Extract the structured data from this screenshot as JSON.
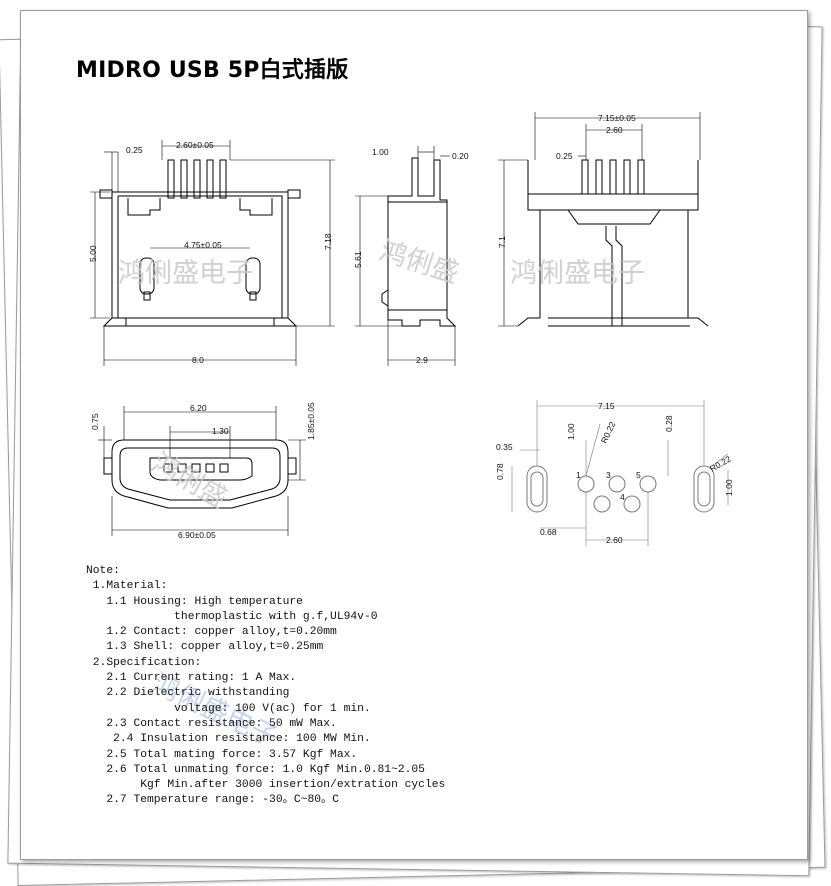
{
  "title": "MIDRO USB 5P白式插版",
  "watermark": [
    "鸿俐盛电子",
    "鸿俐盛",
    "鸿俐盛电子",
    "鸿俐盛",
    "鸿俐盛电子"
  ],
  "dims": {
    "front_pitch": "2.60±0.05",
    "front_025": "0.25",
    "front_475": "4.75±0.05",
    "front_500": "5.00",
    "front_718": "7.18",
    "front_80": "8.0",
    "side_100": "1.00",
    "side_020": "0.20",
    "side_561": "5.61",
    "side_29": "2.9",
    "rear_715": "7.15±0.05",
    "rear_260": "2.60",
    "rear_025": "0.25",
    "rear_71": "7.1",
    "face_075": "0.75",
    "face_620": "6.20",
    "face_130": "1.30",
    "face_185": "1.85±0.05",
    "face_690": "6.90±0.05",
    "pcb_715": "7.15",
    "pcb_035": "0.35",
    "pcb_100a": "1.00",
    "pcb_r022a": "R0.22",
    "pcb_028": "0.28",
    "pcb_r022b": "R0.22",
    "pcb_078": "0.78",
    "pcb_100b": "1.00",
    "pcb_068": "0.68",
    "pcb_260": "2.60",
    "pin1": "1",
    "pin3": "3",
    "pin5": "5",
    "pin4": "4"
  },
  "notes": [
    "Note:",
    " 1.Material:",
    "   1.1 Housing: High temperature",
    "             thermoplastic with g.f,UL94v-0",
    "   1.2 Contact: copper alloy,t=0.20mm",
    "   1.3 Shell: copper alloy,t=0.25mm",
    " 2.Specification:",
    "   2.1 Current rating: 1 A Max.",
    "   2.2 Dielectric withstanding",
    "             voltage: 100 V(ac) for 1 min.",
    "   2.3 Contact resistance: 50 mW Max.",
    "    2.4 Insulation resistance: 100 MW Min.",
    "   2.5 Total mating force: 3.57 Kgf Max.",
    "   2.6 Total unmating force: 1.0 Kgf Min.0.81~2.05",
    "        Kgf Min.after 3000 insertion/extration cycles",
    "   2.7 Temperature range: -30。C~80。C"
  ]
}
